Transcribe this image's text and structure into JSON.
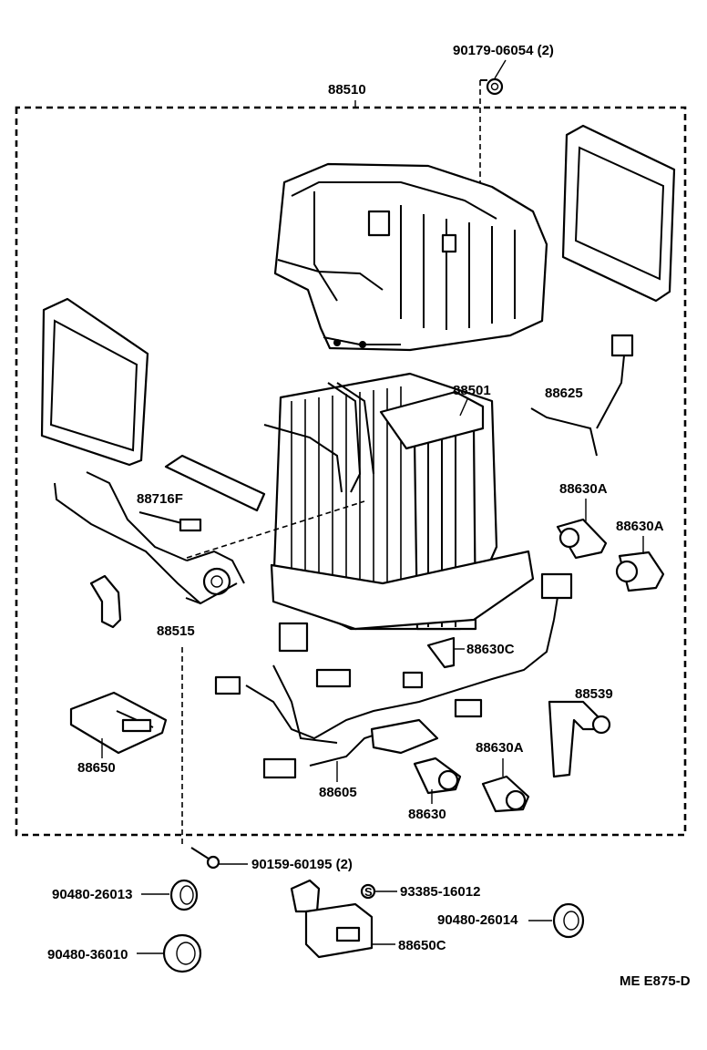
{
  "diagram": {
    "callouts": {
      "p90179": "90179-06054 (2)",
      "p88510": "88510",
      "p88501": "88501",
      "p88625": "88625",
      "p88716F": "88716F",
      "p88630A_1": "88630A",
      "p88630A_2": "88630A",
      "p88515": "88515",
      "p88630C": "88630C",
      "p88539": "88539",
      "p88650": "88650",
      "p88605": "88605",
      "p88630A_3": "88630A",
      "p88630": "88630",
      "p90159": "90159-60195 (2)",
      "p90480_26013": "90480-26013",
      "p93385": "93385-16012",
      "p90480_26014": "90480-26014",
      "p90480_36010": "90480-36010",
      "p88650C": "88650C",
      "p93385_symbol": "S"
    },
    "figure_code": "ME E875-D"
  }
}
